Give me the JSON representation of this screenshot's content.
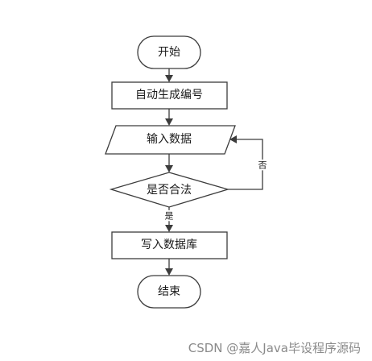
{
  "flowchart": {
    "start": "开始",
    "step_generate": "自动生成编号",
    "step_input": "输入数据",
    "decision": "是否合法",
    "branch_yes": "是",
    "branch_no": "否",
    "step_write": "写入数据库",
    "end": "结束"
  },
  "watermark": "CSDN @嘉人Java毕设程序源码"
}
